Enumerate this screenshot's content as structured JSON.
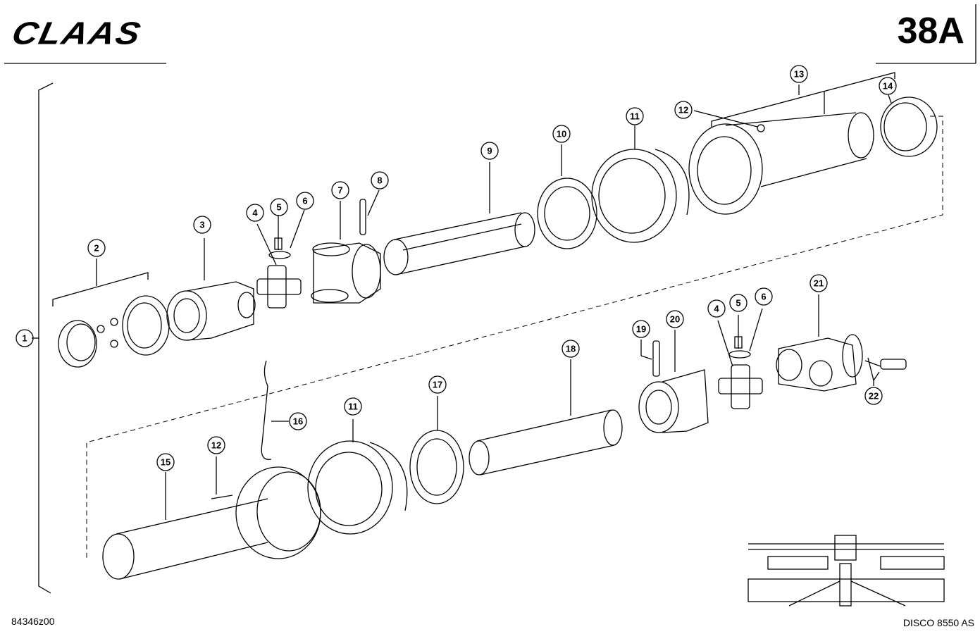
{
  "header": {
    "brand": "CLAAS",
    "page_code": "38A"
  },
  "footer": {
    "drawing_number": "84346z00",
    "model": "DISCO 8550 AS"
  },
  "callouts": {
    "c1": "1",
    "c2": "2",
    "c3": "3",
    "c4": "4",
    "c5": "5",
    "c6": "6",
    "c7": "7",
    "c8": "8",
    "c9": "9",
    "c10": "10",
    "c11": "11",
    "c12": "12",
    "c13": "13",
    "c14": "14",
    "c15": "15",
    "c16": "16",
    "c17": "17",
    "c18": "18",
    "c19": "19",
    "c20": "20",
    "c21": "21",
    "c22": "22"
  }
}
